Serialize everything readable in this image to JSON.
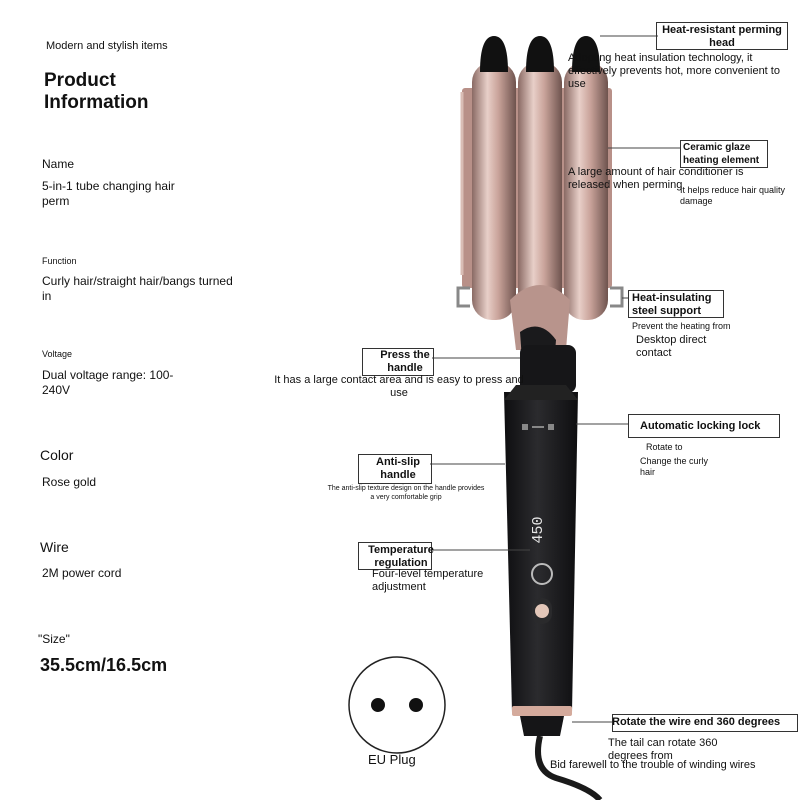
{
  "tagline": "Modern and stylish items",
  "title": "Product Information",
  "specs": {
    "name_label": "Name",
    "name_value": "5-in-1 tube changing hair perm",
    "function_label": "Function",
    "function_value": "Curly hair/straight hair/bangs turned in",
    "voltage_label": "Voltage",
    "voltage_value": "Dual voltage range: 100-240V",
    "color_label": "Color",
    "color_value": "Rose gold",
    "wire_label": "Wire",
    "wire_value": "2M power cord",
    "size_label": "\"Size\"",
    "size_value": "35.5cm/16.5cm"
  },
  "plug_label": "EU Plug",
  "display_reading": "450",
  "callouts": {
    "head_title": "Heat-resistant perming head",
    "head_desc": "Adopting heat insulation technology, it effectively prevents hot, more convenient to use",
    "ceramic_title": "Ceramic glaze heating element",
    "ceramic_desc1": "A large amount of hair conditioner is released when perming",
    "ceramic_desc2": "It helps reduce hair quality damage",
    "support_title": "Heat-insulating steel support",
    "support_desc1": "Prevent the heating from",
    "support_desc2": "Desktop direct contact",
    "press_title": "Press the handle",
    "press_desc": "It has a large contact area and is easy to press and use",
    "lock_title": "Automatic locking lock",
    "lock_desc1": "Rotate to",
    "lock_desc2": "Change the curly hair",
    "antislip_title": "Anti-slip handle",
    "antislip_desc": "The anti-slip texture design on the handle provides a very comfortable grip",
    "temp_title": "Temperature regulation",
    "temp_desc": "Four-level temperature adjustment",
    "wire_title": "Rotate the wire end 360 degrees",
    "wire_desc1": "The tail can rotate 360 degrees from",
    "wire_desc2": "Bid farewell to the trouble of winding wires"
  },
  "colors": {
    "rose_gold": "#c9a39a",
    "handle_black": "#1c1c1e"
  }
}
